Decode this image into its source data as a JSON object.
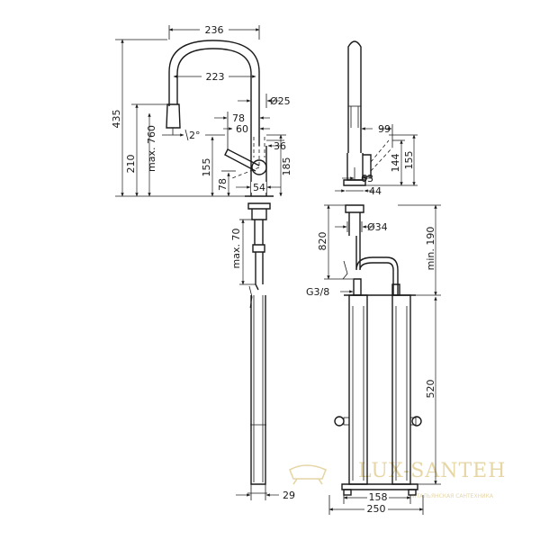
{
  "dimensions": {
    "d236": "236",
    "d223": "223",
    "d435": "435",
    "d210": "210",
    "max760": "max. 760",
    "angle2": "2°",
    "d25": "Ø25",
    "d78_top": "78",
    "d60": "60",
    "d36": "36",
    "d185": "185",
    "d155_left": "155",
    "d78_side": "78",
    "d54": "54",
    "max70": "max. 70",
    "d29": "29",
    "d99": "99",
    "d144": "144",
    "d155_right": "155",
    "d63": "63",
    "d44": "44",
    "d34": "Ø34",
    "d820": "820",
    "min190": "min. 190",
    "g38": "G3/8",
    "d520": "520",
    "d158": "158",
    "d250": "250"
  },
  "watermark": {
    "brand": "LUX-SANTEH",
    "tagline": "ИТАЛЬЯНСКАЯ САНТЕХНИКА"
  }
}
